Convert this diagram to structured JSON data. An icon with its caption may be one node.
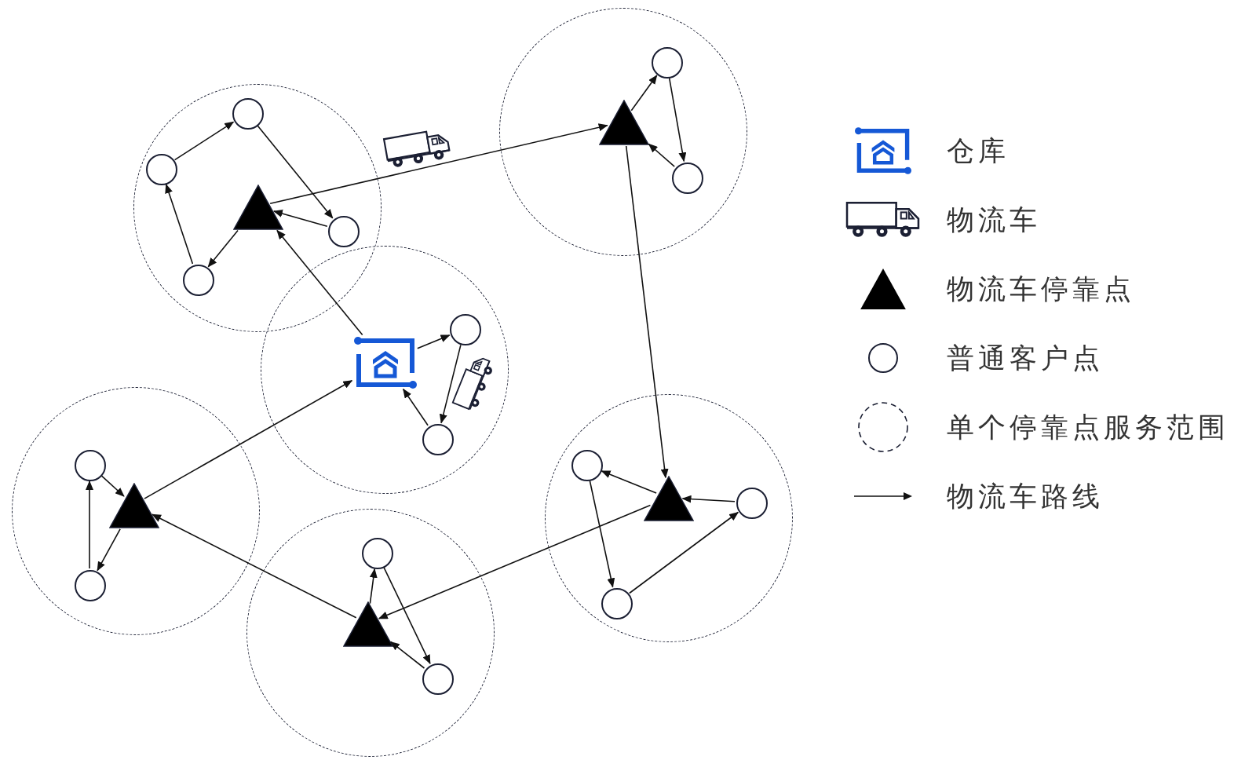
{
  "diagram": {
    "nodes": [
      {
        "text": [],
        "shape": "circle"
      },
      {
        "text": [],
        "shape": "circle",
        "in": 0
      },
      {
        "text": [],
        "shape": "circle",
        "in": 0
      },
      {
        "text": [],
        "shape": "triangle",
        "in": 0
      },
      {
        "text": [],
        "shape": "circle",
        "in": 0
      },
      {
        "text": [],
        "shape": "circle",
        "in": 0
      },
      {
        "text": [],
        "shape": "circle"
      },
      {
        "text": [],
        "shape": "circle",
        "in": 6
      },
      {
        "text": [],
        "shape": "triangle",
        "in": 6
      },
      {
        "text": [],
        "shape": "circle",
        "in": 6
      },
      {
        "text": [],
        "shape": "circle"
      },
      {
        "text": [],
        "shape": "picture",
        "in": 10
      },
      {
        "text": [],
        "shape": "circle",
        "in": 10
      },
      {
        "text": [],
        "shape": "circle",
        "in": 10
      },
      {
        "text": [],
        "shape": "circle"
      },
      {
        "text": [],
        "shape": "circle",
        "in": 14
      },
      {
        "text": [],
        "shape": "triangle",
        "in": 14
      },
      {
        "text": [],
        "shape": "circle",
        "in": 14
      },
      {
        "text": [],
        "shape": "circle"
      },
      {
        "text": [],
        "shape": "circle",
        "in": 18
      },
      {
        "text": [],
        "shape": "triangle",
        "in": 18
      },
      {
        "text": [],
        "shape": "circle",
        "in": 18
      },
      {
        "text": [],
        "shape": "circle",
        "in": 18
      },
      {
        "text": [],
        "shape": "circle"
      },
      {
        "text": [],
        "shape": "circle",
        "in": 23
      },
      {
        "text": [],
        "shape": "triangle",
        "in": 23
      },
      {
        "text": [],
        "shape": "circle",
        "in": 23
      }
    ],
    "edges": [
      {
        "from": 2,
        "to": 1,
        "arrow": "to"
      },
      {
        "from": 1,
        "to": 4,
        "arrow": "to"
      },
      {
        "from": 4,
        "to": 3,
        "arrow": "to"
      },
      {
        "from": 3,
        "to": 5,
        "arrow": "to"
      },
      {
        "from": 5,
        "to": 2,
        "arrow": "to"
      },
      {
        "from": 11,
        "to": 3,
        "arrow": "to"
      },
      {
        "from": 3,
        "to": 8,
        "arrow": "to"
      },
      {
        "from": 8,
        "to": 7,
        "arrow": "to"
      },
      {
        "from": 7,
        "to": 9,
        "arrow": "to"
      },
      {
        "from": 9,
        "to": 8,
        "arrow": "to"
      },
      {
        "from": 8,
        "to": 20,
        "arrow": "to"
      },
      {
        "from": 20,
        "to": 19,
        "arrow": "to"
      },
      {
        "from": 19,
        "to": 22,
        "arrow": "to"
      },
      {
        "from": 22,
        "to": 21,
        "arrow": "to"
      },
      {
        "from": 21,
        "to": 20,
        "arrow": "to"
      },
      {
        "from": 20,
        "to": 25,
        "arrow": "to"
      },
      {
        "from": 25,
        "to": 24,
        "arrow": "to"
      },
      {
        "from": 24,
        "to": 26,
        "arrow": "to"
      },
      {
        "from": 26,
        "to": 25,
        "arrow": "to"
      },
      {
        "from": 25,
        "to": 16,
        "arrow": "to"
      },
      {
        "from": 16,
        "to": 17,
        "arrow": "to"
      },
      {
        "from": 17,
        "to": 15,
        "arrow": "to"
      },
      {
        "from": 15,
        "to": 16,
        "arrow": "to"
      },
      {
        "from": 16,
        "to": 11,
        "arrow": "to"
      },
      {
        "from": 11,
        "to": 12,
        "arrow": "to"
      },
      {
        "from": 12,
        "to": 13,
        "arrow": "to"
      },
      {
        "from": 13,
        "to": 11,
        "arrow": "to"
      }
    ],
    "legend": [
      {
        "text": "仓库"
      },
      {
        "text": "物流车"
      },
      {
        "text": "物流车停靠点"
      },
      {
        "text": "普通客户点"
      },
      {
        "text": "单个停靠点服务范围"
      },
      {
        "text": "物流车路线"
      }
    ]
  }
}
